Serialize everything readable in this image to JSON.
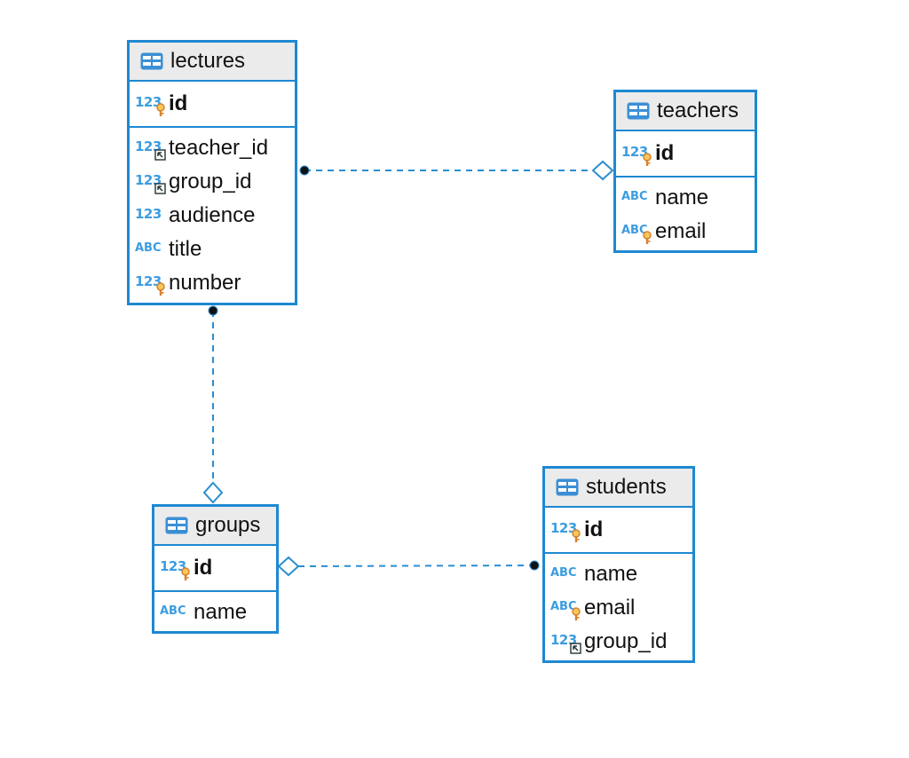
{
  "colors": {
    "border": "#1e88d2",
    "header_bg": "#ebebeb",
    "type_text": "#3b9de0",
    "link": "#2a8ed0"
  },
  "entities": {
    "lectures": {
      "name": "lectures",
      "pk": [
        {
          "name": "id",
          "type": "123",
          "badge": "key"
        }
      ],
      "columns": [
        {
          "name": "teacher_id",
          "type": "123",
          "badge": "fk"
        },
        {
          "name": "group_id",
          "type": "123",
          "badge": "fk"
        },
        {
          "name": "audience",
          "type": "123",
          "badge": ""
        },
        {
          "name": "title",
          "type": "ABC",
          "badge": ""
        },
        {
          "name": "number",
          "type": "123",
          "badge": "key"
        }
      ]
    },
    "teachers": {
      "name": "teachers",
      "pk": [
        {
          "name": "id",
          "type": "123",
          "badge": "key"
        }
      ],
      "columns": [
        {
          "name": "name",
          "type": "ABC",
          "badge": ""
        },
        {
          "name": "email",
          "type": "ABC",
          "badge": "key"
        }
      ]
    },
    "groups": {
      "name": "groups",
      "pk": [
        {
          "name": "id",
          "type": "123",
          "badge": "key"
        }
      ],
      "columns": [
        {
          "name": "name",
          "type": "ABC",
          "badge": ""
        }
      ]
    },
    "students": {
      "name": "students",
      "pk": [
        {
          "name": "id",
          "type": "123",
          "badge": "key"
        }
      ],
      "columns": [
        {
          "name": "name",
          "type": "ABC",
          "badge": ""
        },
        {
          "name": "email",
          "type": "ABC",
          "badge": "key"
        },
        {
          "name": "group_id",
          "type": "123",
          "badge": "fk"
        }
      ]
    }
  },
  "relationships": [
    {
      "from": "lectures",
      "to": "teachers",
      "from_end": "dot",
      "to_end": "diamond"
    },
    {
      "from": "lectures",
      "to": "groups",
      "from_end": "dot",
      "to_end": "diamond"
    },
    {
      "from": "students",
      "to": "groups",
      "from_end": "dot",
      "to_end": "diamond"
    }
  ]
}
